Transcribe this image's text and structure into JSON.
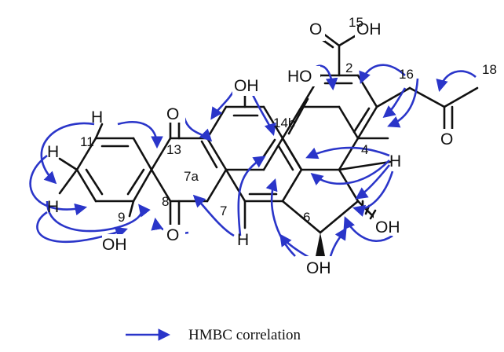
{
  "colors": {
    "arrow": "#2a35c9",
    "bond": "#111111"
  },
  "atoms": {
    "oh_acid": "OH",
    "o_acid": "O",
    "oh_c1": "HO",
    "oh_c12": "OH",
    "o_c13": "O",
    "o_c8": "O",
    "oh_c9": "OH",
    "oh_c6": "OH",
    "oh_c5": "OH",
    "o_c17": "O",
    "h_c12": "H",
    "h_c11": "H",
    "h_c10": "H",
    "h_c7": "H",
    "h_c4": "H"
  },
  "numbers": {
    "n15": "15",
    "n2": "2",
    "n16": "16",
    "n18": "18",
    "n14b": "14b",
    "n4": "4",
    "n11": "11",
    "n13": "13",
    "n7a": "7a",
    "n8": "8",
    "n7": "7",
    "n6": "6",
    "n9": "9"
  },
  "legend": {
    "label": "HMBC correlation"
  }
}
